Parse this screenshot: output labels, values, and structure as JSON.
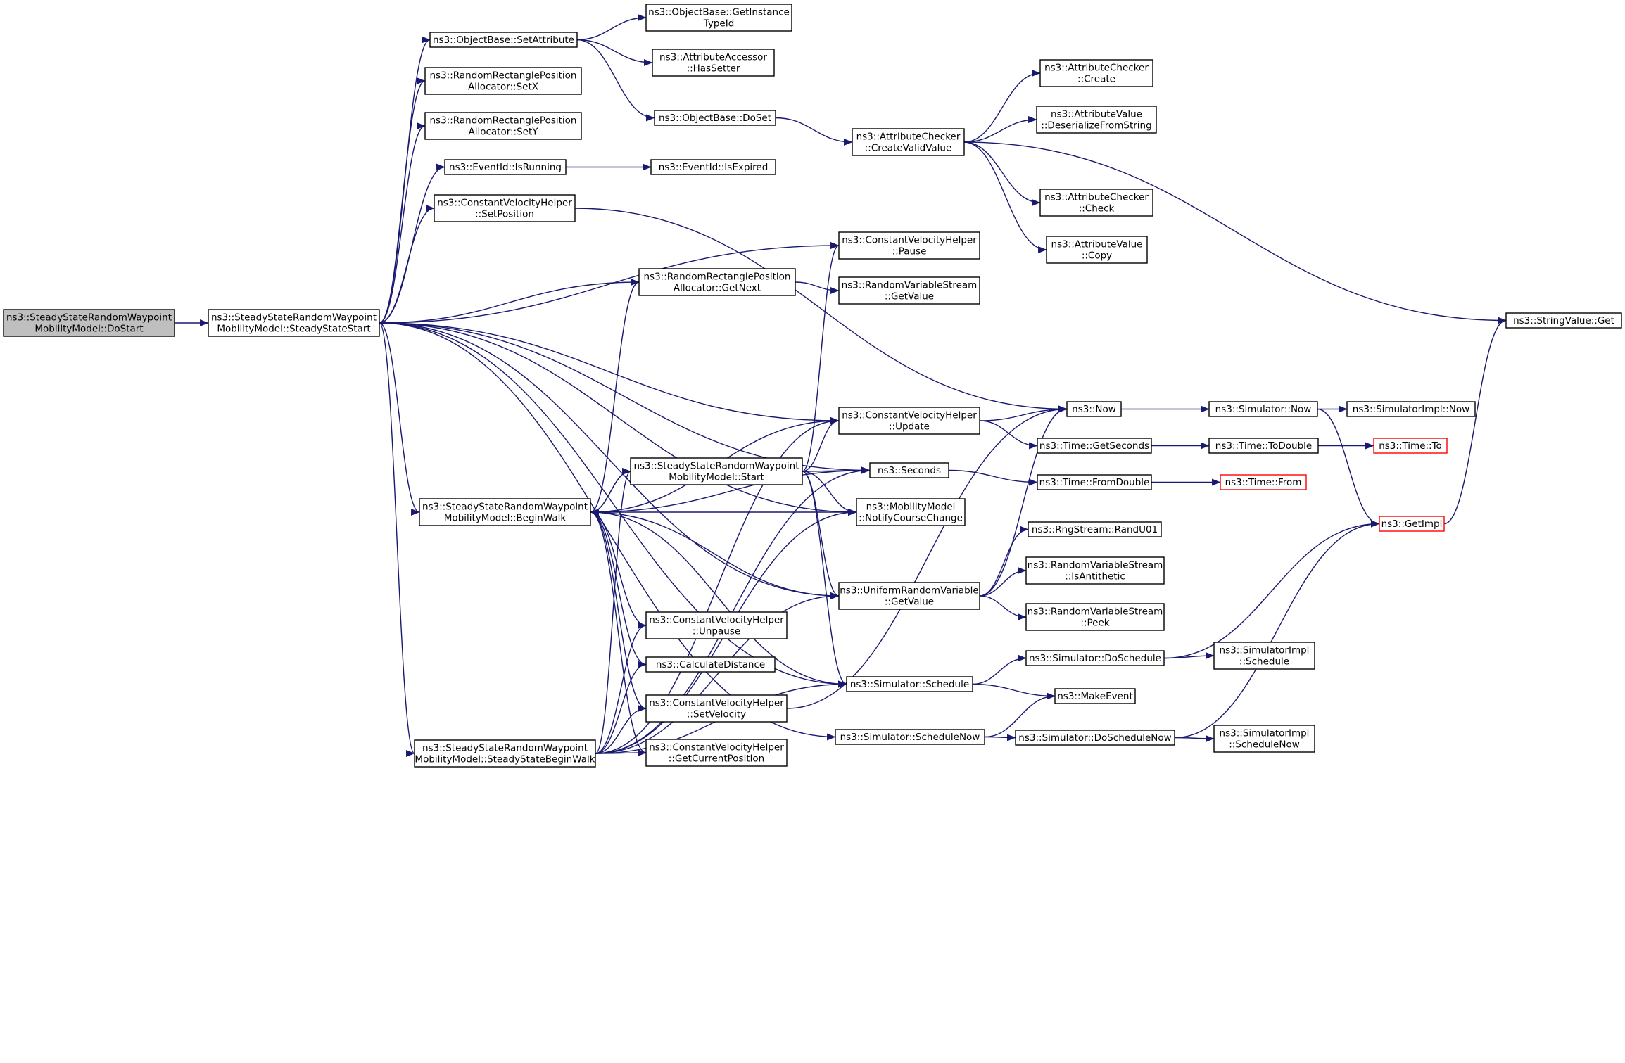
{
  "colors": {
    "edge": "#191970",
    "node_border": "#000000",
    "node_fill": "#ffffff",
    "root_fill": "#bfbfbf",
    "truncated_border": "#ff0000"
  },
  "nodes": [
    {
      "id": "dostart",
      "lines": [
        "ns3::SteadyStateRandomWaypoint",
        "MobilityModel::DoStart"
      ],
      "style": "root"
    },
    {
      "id": "ssstart",
      "lines": [
        "ns3::SteadyStateRandomWaypoint",
        "MobilityModel::SteadyStateStart"
      ],
      "style": "normal"
    },
    {
      "id": "setattr",
      "lines": [
        "ns3::ObjectBase::SetAttribute"
      ],
      "style": "normal"
    },
    {
      "id": "setx",
      "lines": [
        "ns3::RandomRectanglePosition",
        "Allocator::SetX"
      ],
      "style": "normal"
    },
    {
      "id": "sety",
      "lines": [
        "ns3::RandomRectanglePosition",
        "Allocator::SetY"
      ],
      "style": "normal"
    },
    {
      "id": "isrunning",
      "lines": [
        "ns3::EventId::IsRunning"
      ],
      "style": "normal"
    },
    {
      "id": "cvsetpos",
      "lines": [
        "ns3::ConstantVelocityHelper",
        "::SetPosition"
      ],
      "style": "normal"
    },
    {
      "id": "beginwalk",
      "lines": [
        "ns3::SteadyStateRandomWaypoint",
        "MobilityModel::BeginWalk"
      ],
      "style": "normal"
    },
    {
      "id": "ssbeginwalk",
      "lines": [
        "ns3::SteadyStateRandomWaypoint",
        "MobilityModel::SteadyStateBeginWalk"
      ],
      "style": "normal"
    },
    {
      "id": "getinstance",
      "lines": [
        "ns3::ObjectBase::GetInstance",
        "TypeId"
      ],
      "style": "normal"
    },
    {
      "id": "hassetter",
      "lines": [
        "ns3::AttributeAccessor",
        "::HasSetter"
      ],
      "style": "normal"
    },
    {
      "id": "doset",
      "lines": [
        "ns3::ObjectBase::DoSet"
      ],
      "style": "normal"
    },
    {
      "id": "isexpired",
      "lines": [
        "ns3::EventId::IsExpired"
      ],
      "style": "normal"
    },
    {
      "id": "getnext",
      "lines": [
        "ns3::RandomRectanglePosition",
        "Allocator::GetNext"
      ],
      "style": "normal"
    },
    {
      "id": "start",
      "lines": [
        "ns3::SteadyStateRandomWaypoint",
        "MobilityModel::Start"
      ],
      "style": "normal"
    },
    {
      "id": "unpause",
      "lines": [
        "ns3::ConstantVelocityHelper",
        "::Unpause"
      ],
      "style": "normal"
    },
    {
      "id": "calcdist",
      "lines": [
        "ns3::CalculateDistance"
      ],
      "style": "normal"
    },
    {
      "id": "setvel",
      "lines": [
        "ns3::ConstantVelocityHelper",
        "::SetVelocity"
      ],
      "style": "normal"
    },
    {
      "id": "getcurpos",
      "lines": [
        "ns3::ConstantVelocityHelper",
        "::GetCurrentPosition"
      ],
      "style": "normal"
    },
    {
      "id": "createvalid",
      "lines": [
        "ns3::AttributeChecker",
        "::CreateValidValue"
      ],
      "style": "normal"
    },
    {
      "id": "pause",
      "lines": [
        "ns3::ConstantVelocityHelper",
        "::Pause"
      ],
      "style": "normal"
    },
    {
      "id": "rvsgetvalue",
      "lines": [
        "ns3::RandomVariableStream",
        "::GetValue"
      ],
      "style": "normal"
    },
    {
      "id": "update",
      "lines": [
        "ns3::ConstantVelocityHelper",
        "::Update"
      ],
      "style": "normal"
    },
    {
      "id": "seconds",
      "lines": [
        "ns3::Seconds"
      ],
      "style": "normal"
    },
    {
      "id": "notify",
      "lines": [
        "ns3::MobilityModel",
        "::NotifyCourseChange"
      ],
      "style": "normal"
    },
    {
      "id": "urvgetvalue",
      "lines": [
        "ns3::UniformRandomVariable",
        "::GetValue"
      ],
      "style": "normal"
    },
    {
      "id": "schedule",
      "lines": [
        "ns3::Simulator::Schedule"
      ],
      "style": "normal"
    },
    {
      "id": "schedulenow",
      "lines": [
        "ns3::Simulator::ScheduleNow"
      ],
      "style": "normal"
    },
    {
      "id": "accreate",
      "lines": [
        "ns3::AttributeChecker",
        "::Create"
      ],
      "style": "normal"
    },
    {
      "id": "deserialize",
      "lines": [
        "ns3::AttributeValue",
        "::DeserializeFromString"
      ],
      "style": "normal"
    },
    {
      "id": "accheck",
      "lines": [
        "ns3::AttributeChecker",
        "::Check"
      ],
      "style": "normal"
    },
    {
      "id": "avcopy",
      "lines": [
        "ns3::AttributeValue",
        "::Copy"
      ],
      "style": "normal"
    },
    {
      "id": "now",
      "lines": [
        "ns3::Now"
      ],
      "style": "normal"
    },
    {
      "id": "getseconds",
      "lines": [
        "ns3::Time::GetSeconds"
      ],
      "style": "normal"
    },
    {
      "id": "fromdouble",
      "lines": [
        "ns3::Time::FromDouble"
      ],
      "style": "normal"
    },
    {
      "id": "randu01",
      "lines": [
        "ns3::RngStream::RandU01"
      ],
      "style": "normal"
    },
    {
      "id": "isantithetic",
      "lines": [
        "ns3::RandomVariableStream",
        "::IsAntithetic"
      ],
      "style": "normal"
    },
    {
      "id": "peek",
      "lines": [
        "ns3::RandomVariableStream",
        "::Peek"
      ],
      "style": "normal"
    },
    {
      "id": "doschedule",
      "lines": [
        "ns3::Simulator::DoSchedule"
      ],
      "style": "normal"
    },
    {
      "id": "makeevent",
      "lines": [
        "ns3::MakeEvent"
      ],
      "style": "normal"
    },
    {
      "id": "doschedulenow",
      "lines": [
        "ns3::Simulator::DoScheduleNow"
      ],
      "style": "normal"
    },
    {
      "id": "simnow",
      "lines": [
        "ns3::Simulator::Now"
      ],
      "style": "normal"
    },
    {
      "id": "todouble",
      "lines": [
        "ns3::Time::ToDouble"
      ],
      "style": "normal"
    },
    {
      "id": "simimplschedule",
      "lines": [
        "ns3::SimulatorImpl",
        "::Schedule"
      ],
      "style": "normal"
    },
    {
      "id": "simimplschedulenow",
      "lines": [
        "ns3::SimulatorImpl",
        "::ScheduleNow"
      ],
      "style": "normal"
    },
    {
      "id": "simimplnow",
      "lines": [
        "ns3::SimulatorImpl::Now"
      ],
      "style": "normal"
    },
    {
      "id": "timeto",
      "lines": [
        "ns3::Time::To"
      ],
      "style": "truncated"
    },
    {
      "id": "timefrom",
      "lines": [
        "ns3::Time::From"
      ],
      "style": "truncated"
    },
    {
      "id": "getimpl",
      "lines": [
        "ns3::GetImpl"
      ],
      "style": "truncated"
    },
    {
      "id": "stringget",
      "lines": [
        "ns3::StringValue::Get"
      ],
      "style": "normal"
    }
  ],
  "edges": [
    [
      "dostart",
      "ssstart"
    ],
    [
      "ssstart",
      "setattr"
    ],
    [
      "ssstart",
      "setx"
    ],
    [
      "ssstart",
      "sety"
    ],
    [
      "ssstart",
      "isrunning"
    ],
    [
      "ssstart",
      "cvsetpos"
    ],
    [
      "ssstart",
      "pause"
    ],
    [
      "ssstart",
      "getnext"
    ],
    [
      "ssstart",
      "update"
    ],
    [
      "ssstart",
      "seconds"
    ],
    [
      "ssstart",
      "beginwalk"
    ],
    [
      "ssstart",
      "ssbeginwalk"
    ],
    [
      "ssstart",
      "notify"
    ],
    [
      "ssstart",
      "urvgetvalue"
    ],
    [
      "ssstart",
      "schedule"
    ],
    [
      "ssstart",
      "schedulenow"
    ],
    [
      "setattr",
      "getinstance"
    ],
    [
      "setattr",
      "hassetter"
    ],
    [
      "setattr",
      "doset"
    ],
    [
      "doset",
      "createvalid"
    ],
    [
      "createvalid",
      "accreate"
    ],
    [
      "createvalid",
      "deserialize"
    ],
    [
      "createvalid",
      "accheck"
    ],
    [
      "createvalid",
      "avcopy"
    ],
    [
      "createvalid",
      "stringget"
    ],
    [
      "isrunning",
      "isexpired"
    ],
    [
      "cvsetpos",
      "now"
    ],
    [
      "getnext",
      "rvsgetvalue"
    ],
    [
      "beginwalk",
      "getnext"
    ],
    [
      "beginwalk",
      "update"
    ],
    [
      "beginwalk",
      "seconds"
    ],
    [
      "beginwalk",
      "start"
    ],
    [
      "beginwalk",
      "notify"
    ],
    [
      "beginwalk",
      "urvgetvalue"
    ],
    [
      "beginwalk",
      "unpause"
    ],
    [
      "beginwalk",
      "calcdist"
    ],
    [
      "beginwalk",
      "setvel"
    ],
    [
      "beginwalk",
      "getcurpos"
    ],
    [
      "beginwalk",
      "schedule"
    ],
    [
      "start",
      "beginwalk"
    ],
    [
      "start",
      "pause"
    ],
    [
      "start",
      "update"
    ],
    [
      "start",
      "seconds"
    ],
    [
      "start",
      "notify"
    ],
    [
      "start",
      "urvgetvalue"
    ],
    [
      "start",
      "schedule"
    ],
    [
      "ssbeginwalk",
      "start"
    ],
    [
      "ssbeginwalk",
      "unpause"
    ],
    [
      "ssbeginwalk",
      "calcdist"
    ],
    [
      "ssbeginwalk",
      "setvel"
    ],
    [
      "ssbeginwalk",
      "getcurpos"
    ],
    [
      "ssbeginwalk",
      "update"
    ],
    [
      "ssbeginwalk",
      "seconds"
    ],
    [
      "ssbeginwalk",
      "notify"
    ],
    [
      "ssbeginwalk",
      "urvgetvalue"
    ],
    [
      "ssbeginwalk",
      "schedule"
    ],
    [
      "setvel",
      "now"
    ],
    [
      "update",
      "now"
    ],
    [
      "update",
      "getseconds"
    ],
    [
      "seconds",
      "fromdouble"
    ],
    [
      "urvgetvalue",
      "randu01"
    ],
    [
      "urvgetvalue",
      "isantithetic"
    ],
    [
      "urvgetvalue",
      "peek"
    ],
    [
      "urvgetvalue",
      "now"
    ],
    [
      "schedule",
      "doschedule"
    ],
    [
      "schedule",
      "makeevent"
    ],
    [
      "schedulenow",
      "doschedulenow"
    ],
    [
      "schedulenow",
      "makeevent"
    ],
    [
      "now",
      "simnow"
    ],
    [
      "simnow",
      "simimplnow"
    ],
    [
      "simnow",
      "getimpl"
    ],
    [
      "getseconds",
      "todouble"
    ],
    [
      "todouble",
      "timeto"
    ],
    [
      "fromdouble",
      "timefrom"
    ],
    [
      "doschedule",
      "simimplschedule"
    ],
    [
      "doschedule",
      "getimpl"
    ],
    [
      "doschedulenow",
      "simimplschedulenow"
    ],
    [
      "doschedulenow",
      "getimpl"
    ],
    [
      "getimpl",
      "stringget"
    ]
  ]
}
